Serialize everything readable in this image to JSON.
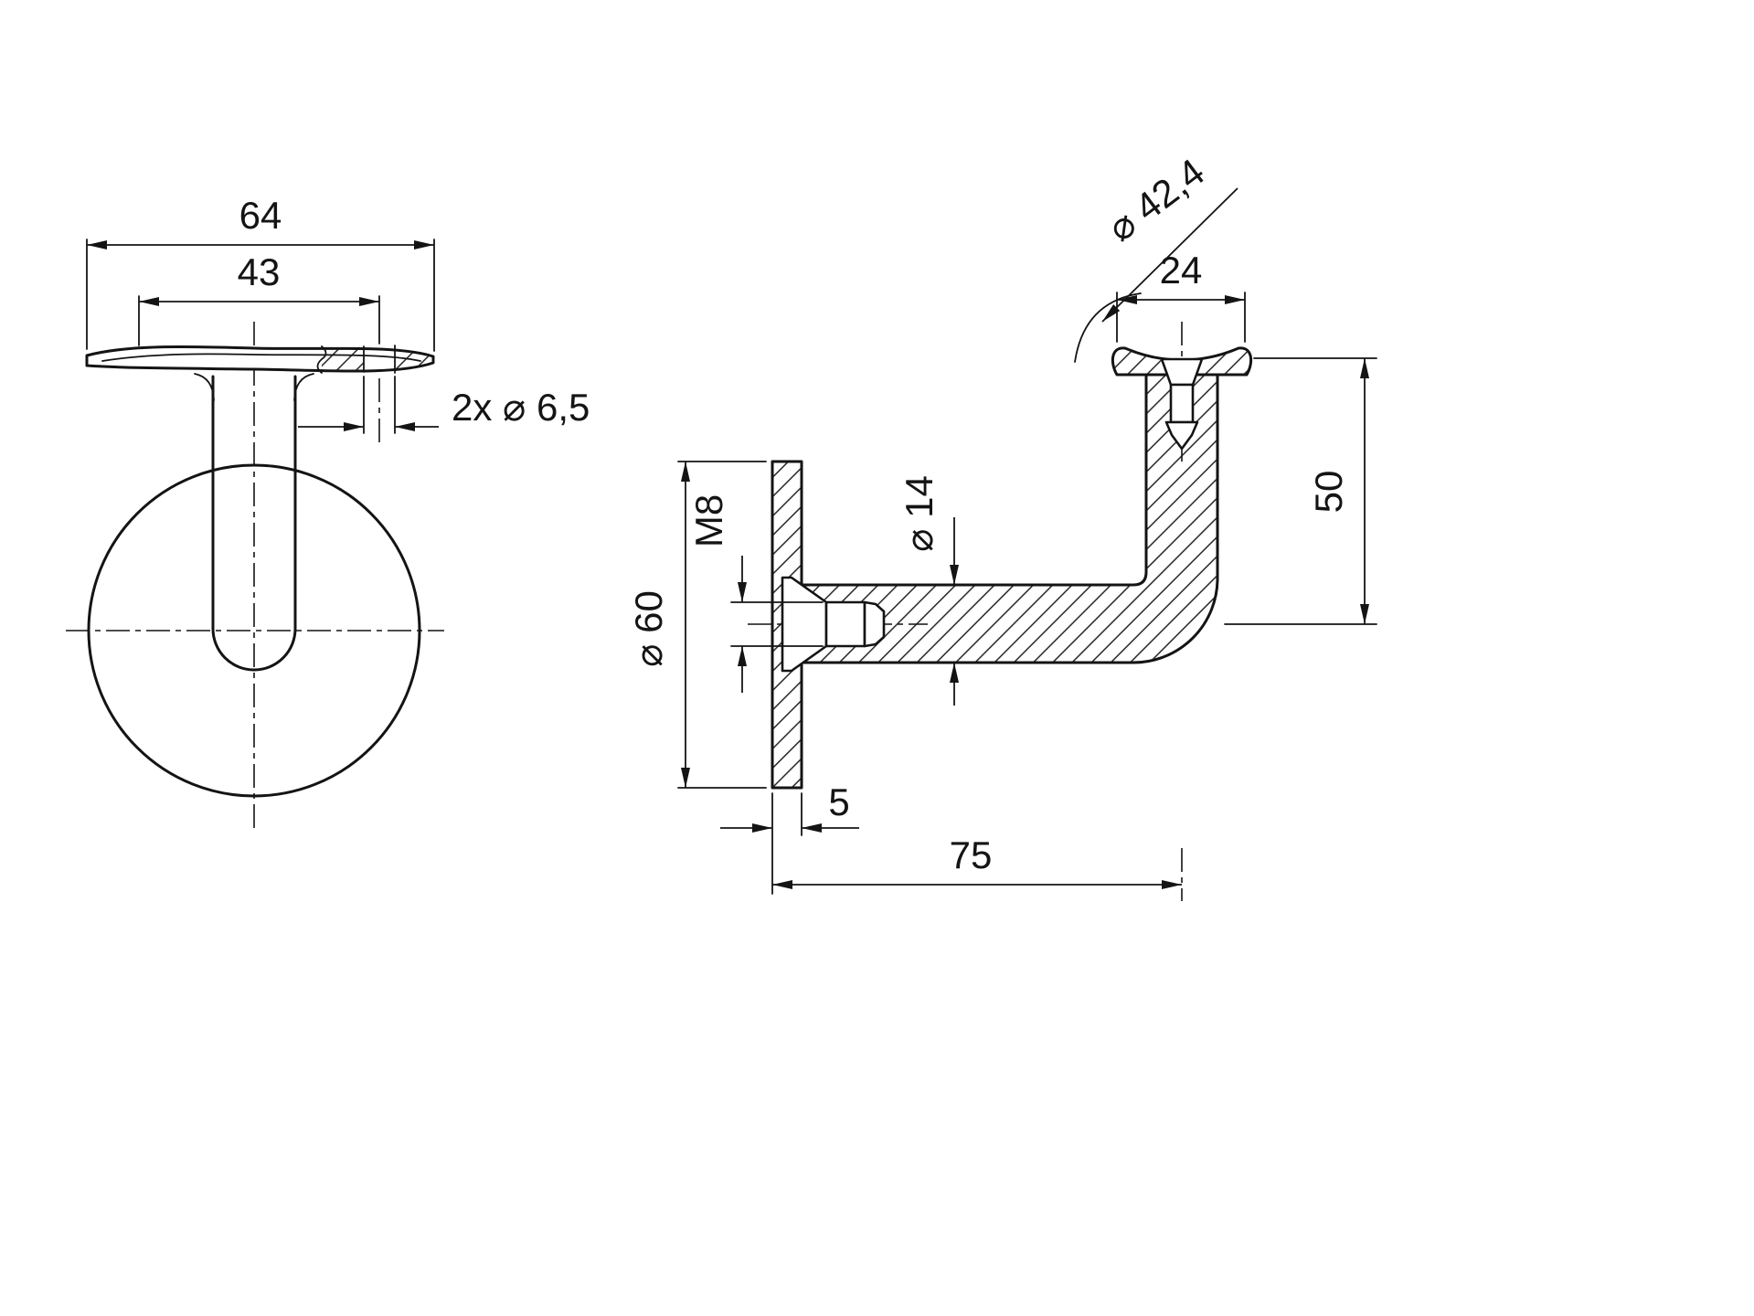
{
  "meta": {
    "background_color": "#ffffff",
    "line_color": "#141414",
    "drawing_type": "handrail bracket, two orthographic views"
  },
  "front_view": {
    "dim_overall_width": "64",
    "dim_hole_spacing": "43",
    "dim_holes": "2x ⌀ 6,5"
  },
  "side_view": {
    "dim_handrail_diameter": "⌀ 42,4",
    "dim_saddle_width": "24",
    "dim_height_to_axis": "50",
    "dim_plate_diameter": "⌀ 60",
    "dim_thread": "M8",
    "dim_arm_diameter": "⌀ 14",
    "dim_plate_thickness": "5",
    "dim_wall_projection": "75"
  }
}
